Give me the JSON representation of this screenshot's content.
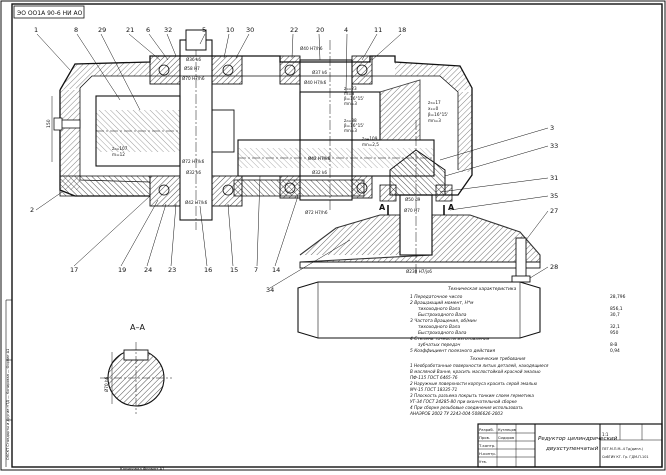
{
  "stamp_code": "ЭО ОО1А 90-6 НИ АО",
  "callouts_top": [
    "1",
    "8",
    "29",
    "21",
    "6",
    "32",
    "5",
    "10",
    "30",
    "22",
    "20",
    "4",
    "18",
    "11"
  ],
  "callouts_right": [
    "3",
    "33",
    "31",
    "35",
    "27",
    "28"
  ],
  "callouts_bottom": [
    "17",
    "19",
    "24",
    "23",
    "16",
    "15",
    "7",
    "14",
    "34"
  ],
  "callout_left": "2",
  "section_title": "А–А",
  "section_marker": "А",
  "dims": {
    "d1": "Ø36 k6",
    "d2": "Ø58 H7",
    "d3": "Ø70 H7/h6",
    "d4": "Ø72 H7/k6",
    "d5": "Ø32 k6",
    "d6": "Ø40 H7/h6",
    "d7": "Ø37 k6",
    "d8": "Ø40 H7/k6",
    "d9": "Ø42 H7/k6",
    "d10": "Ø32 k6",
    "d11": "Ø72 H7/h6",
    "d12": "Ø50 d9",
    "d13": "Ø70 H7",
    "d14": "Ø230 H7/js6",
    "g1z": "z₁=23",
    "g1m": "m=8",
    "g1b": "β=16°15'",
    "g1n": "mn=3",
    "g2z": "z₂=107",
    "g2m": "m=12",
    "g3z": "z₂=38",
    "g3b": "β=16°15'",
    "g3n": "mn=3",
    "g4z": "z₃=17",
    "g4x": "x₁=0",
    "g4b": "β=16°15'",
    "g4n": "mn=3",
    "g5z": "z₂=109",
    "g5n": "mn=2,5",
    "dim_left": "150",
    "sec_dim": "Ø70 h6"
  },
  "tech_char": {
    "title": "Техническая характеристика",
    "rows": [
      {
        "label": "1 Передаточное число",
        "value": "28,796"
      },
      {
        "label": "2 Вращающий момент, Н*м",
        "value": ""
      },
      {
        "label": "тихоходного Вала",
        "value": "856,1"
      },
      {
        "label": "Быстроходного Вала",
        "value": "30,7"
      },
      {
        "label": "3 Частота Вращения, об/мин",
        "value": ""
      },
      {
        "label": "тихоходного Вала",
        "value": "32,1"
      },
      {
        "label": "Быстроходного Вала",
        "value": "950"
      },
      {
        "label": "4 Степень точности изготовления",
        "value": ""
      },
      {
        "label": "зубчатых передач",
        "value": "8-В"
      },
      {
        "label": "5 Коэффициент полезного действия",
        "value": "0,94"
      }
    ]
  },
  "tech_req": {
    "title": "Технические требования",
    "lines": [
      "1 Необработанные поверхности литых деталей, находящиеся",
      "В масляной Ванне, красить маслостойкой красной эмалью",
      "ПФ-115 ГОСТ 6465-76",
      "2 Наружные поверхности корпуса красить серой эмалью",
      "МЧ-15 ГОСТ 18335-71",
      "3 Плоскость разъема покрыть тонким слоем герметика",
      "УТ-34 ГОСТ 24285-80 при окончательной сборке",
      "4 При сборке резьбовые соединения использовать",
      "АНАЭРОБ 2002 ТУ 2243-004-5086626-2003"
    ]
  },
  "title_block": {
    "name_line1": "Редуктор цилиндрический",
    "name_line2": "двухступенчатый",
    "doc_code": "ПЕТ.М.П.М.-4 Тд(дипл.)",
    "org_line1": "СибГИУ КГ. Гр. ГДМ-П-101",
    "sheet": "1:1",
    "rows": [
      "Разраб.",
      "Пров.",
      "Т.контр.",
      "Н.контр.",
      "Утв."
    ],
    "names": [
      "Кузнецов",
      "Сидоров",
      "",
      "",
      ""
    ]
  },
  "margin_text": "ОКСКТ Стандарты и другие НТД — Копировал — Формат А1",
  "bottom_line": "Копировал                                      Формат А1"
}
